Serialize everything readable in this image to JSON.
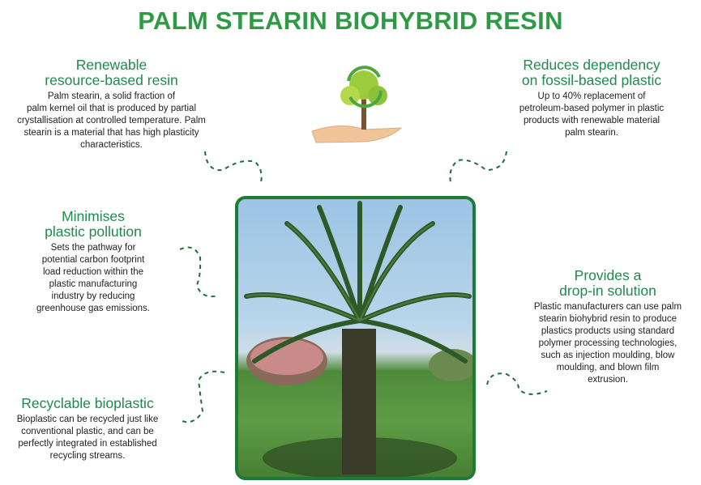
{
  "title": "PALM STEARIN BIOHYBRID RESIN",
  "colors": {
    "title": "#2f9a46",
    "heading": "#1f8a4c",
    "frame": "#1f7a35"
  },
  "blocks": {
    "renewable": {
      "heading": "Renewable\nresource-based resin",
      "body": "Palm stearin, a solid fraction of\npalm kernel oil that is produced by partial\ncrystallisation at controlled temperature. Palm\nstearin is a material that has high plasticity\ncharacteristics."
    },
    "reduces": {
      "heading": "Reduces dependency\non fossil-based plastic",
      "body": "Up to 40% replacement of\npetroleum-based polymer in plastic\nproducts with renewable material\npalm stearin."
    },
    "minimises": {
      "heading": "Minimises\nplastic pollution",
      "body": "Sets the pathway for\npotential carbon footprint\nload reduction within the\nplastic manufacturing\nindustry by reducing\ngreenhouse gas emissions."
    },
    "dropin": {
      "heading": "Provides a\ndrop-in solution",
      "body": "Plastic manufacturers can use palm\nstearin biohybrid resin to produce\nplastics products using standard\npolymer processing technologies,\nsuch as injection moulding, blow\nmoulding, and blown film\nextrusion."
    },
    "recyclable": {
      "heading": "Recyclable bioplastic",
      "body": "Bioplastic can be recycled just like\nconventional plastic, and can be\nperfectly integrated in established\nrecycling streams."
    }
  },
  "icons": [
    "hand-tree-recycle-icon",
    "palm-tree-photo"
  ]
}
